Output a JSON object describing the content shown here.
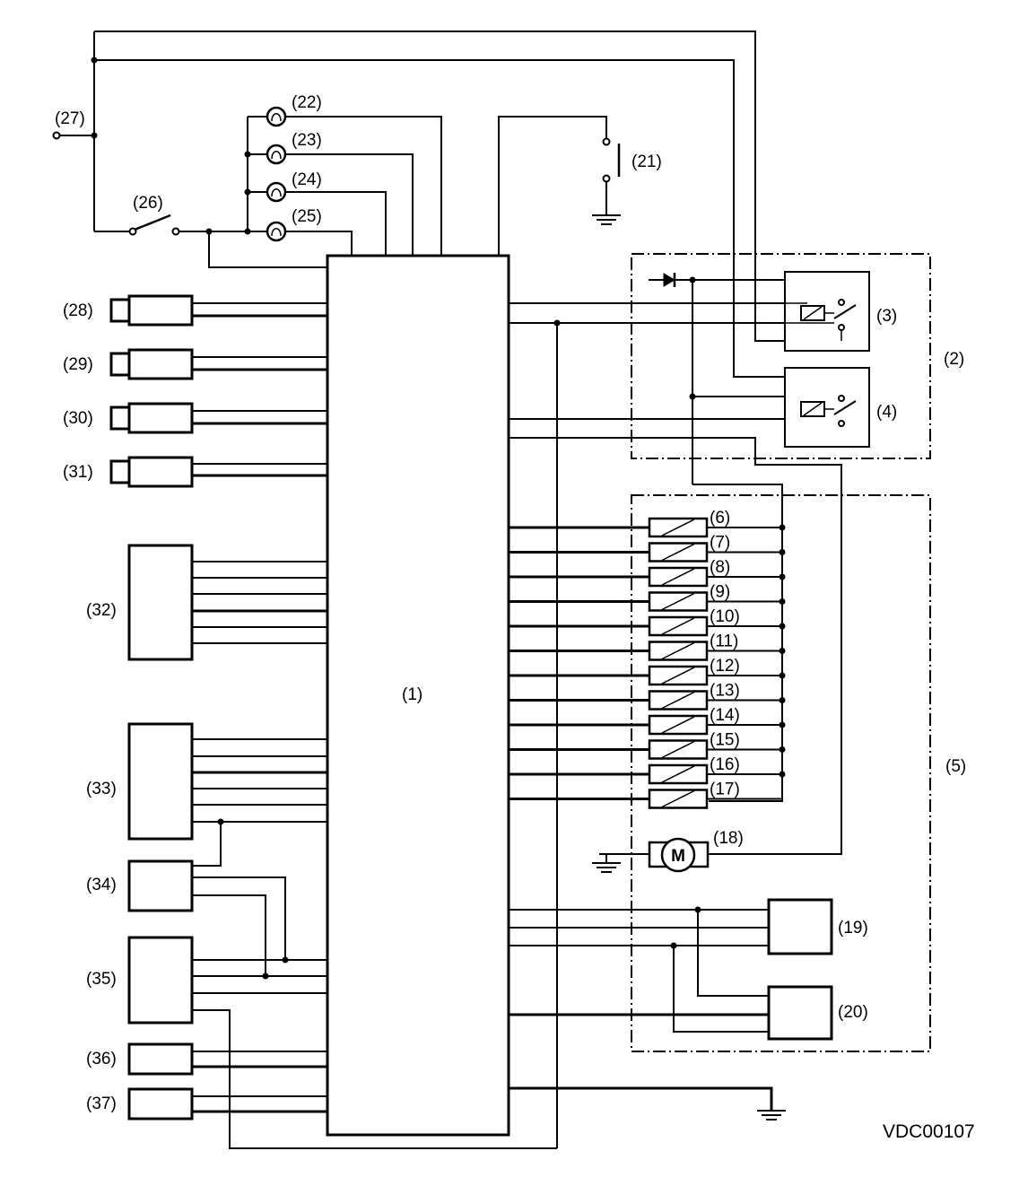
{
  "diagram": {
    "drawing_code": "VDC00107",
    "labels": {
      "c1": "(1)",
      "c2": "(2)",
      "c3": "(3)",
      "c4": "(4)",
      "c5": "(5)",
      "c6": "(6)",
      "c7": "(7)",
      "c8": "(8)",
      "c9": "(9)",
      "c10": "(10)",
      "c11": "(11)",
      "c12": "(12)",
      "c13": "(13)",
      "c14": "(14)",
      "c15": "(15)",
      "c16": "(16)",
      "c17": "(17)",
      "c18": "(18)",
      "c19": "(19)",
      "c20": "(20)",
      "c21": "(21)",
      "c22": "(22)",
      "c23": "(23)",
      "c24": "(24)",
      "c25": "(25)",
      "c26": "(26)",
      "c27": "(27)",
      "c28": "(28)",
      "c29": "(29)",
      "c30": "(30)",
      "c31": "(31)",
      "c32": "(32)",
      "c33": "(33)",
      "c34": "(34)",
      "c35": "(35)",
      "c36": "(36)",
      "c37": "(37)"
    },
    "motor_symbol": "M"
  }
}
